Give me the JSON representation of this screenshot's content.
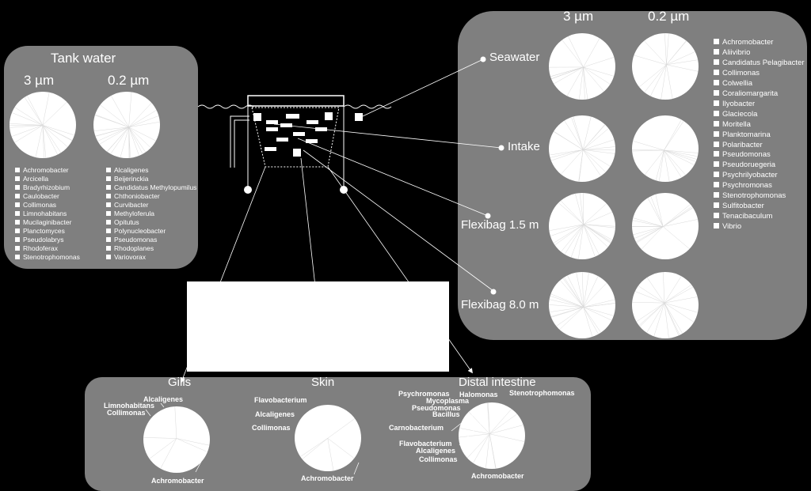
{
  "tank_water": {
    "title": "Tank water",
    "col1": "3 µm",
    "col2": "0.2 µm",
    "legend1": [
      "Achromobacter",
      "Arcicella",
      "Bradyrhizobium",
      "Caulobacter",
      "Collimonas",
      "Limnohabitans",
      "Mucilaginibacter",
      "Planctomyces",
      "Pseudolabrys",
      "Rhodoferax",
      "Stenotrophomonas"
    ],
    "legend2": [
      "Alcaligenes",
      "Beijerinckia",
      "Candidatus Methylopumilus",
      "Chthoniobacter",
      "Curvibacter",
      "Methyloferula",
      "Opitutus",
      "Polynucleobacter",
      "Pseudomonas",
      "Rhodoplanes",
      "Variovorax"
    ]
  },
  "sea": {
    "col1": "3 µm",
    "col2": "0.2 µm",
    "rows": [
      "Seawater",
      "Intake",
      "Flexibag 1.5 m",
      "Flexibag 8.0 m"
    ],
    "legend": [
      "Achromobacter",
      "Aliivibrio",
      "Candidatus Pelagibacter",
      "Collimonas",
      "Colwellia",
      "Coraliomargarita",
      "Ilyobacter",
      "Glaciecola",
      "Moritella",
      "Planktomarina",
      "Polaribacter",
      "Pseudomonas",
      "Pseudoruegeria",
      "Psychrilyobacter",
      "Psychromonas",
      "Stenotrophomonas",
      "Sulfitobacter",
      "Tenacibaculum",
      "Vibrio"
    ]
  },
  "fish": {
    "gills": {
      "title": "Gills",
      "labels": [
        "Alcaligenes",
        "Limnohabitans",
        "Collimonas",
        "Achromobacter"
      ]
    },
    "skin": {
      "title": "Skin",
      "labels": [
        "Flavobacterium",
        "Alcaligenes",
        "Collimonas",
        "Achromobacter"
      ]
    },
    "intestine": {
      "title": "Distal intestine",
      "labels": [
        "Psychromonas",
        "Halomonas",
        "Stenotrophomonas",
        "Mycoplasma",
        "Pseudomonas",
        "Bacillus",
        "Carnobacterium",
        "Flavobacterium",
        "Alcaligenes",
        "Collimonas",
        "Achromobacter"
      ]
    }
  },
  "colors": {
    "panel": "#7f7f7f",
    "background": "#000000",
    "pie": "#ffffff",
    "slice_lines": "#d9d9d9"
  }
}
